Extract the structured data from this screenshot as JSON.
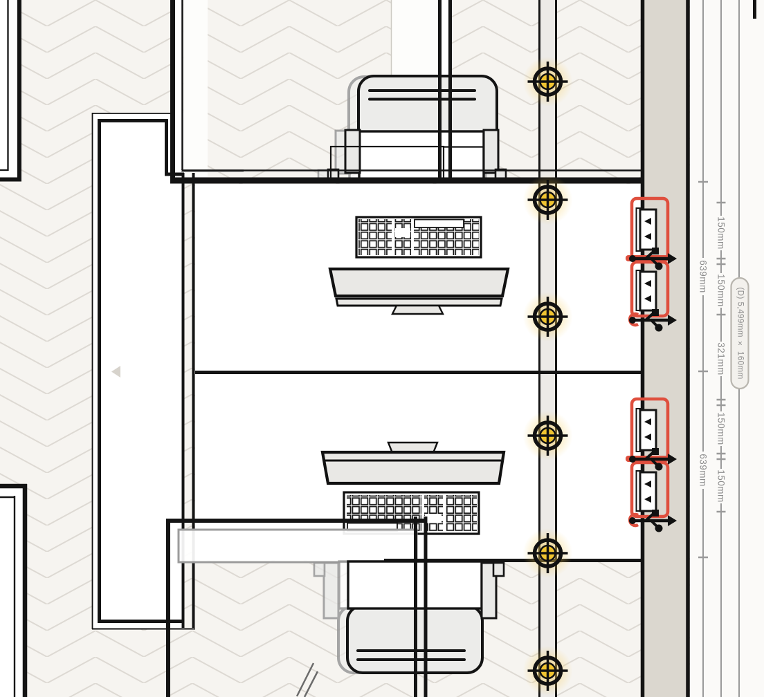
{
  "document": {
    "title": "floor-plan-detail-view",
    "annotations": {
      "segment_dims_inner": [
        "639mm",
        "639mm"
      ],
      "segment_dims_outer": [
        "150mm",
        "150mm",
        "321mm",
        "150mm",
        "150mm"
      ],
      "overall_dim_label": "(D) 5,499mm × 160mm"
    },
    "symbols": {
      "ceiling_light_count": 6,
      "ceiling_light_icon": "crosshair-circle-light",
      "power_outlet_count": 4,
      "power_outlet_icon": "socket-usb-module",
      "usb_icon": "usb-trident",
      "marker_icon": "triangle-left"
    },
    "colors": {
      "selection_red": "#df4f3e",
      "light_yellow": "#f0c431",
      "wall_fill": "#dbd7cf",
      "floor_bg": "#f6f4f0",
      "pattern_line": "#ddd9d3",
      "dimension_gray": "#8d8d8d",
      "line_black": "#141414"
    }
  }
}
